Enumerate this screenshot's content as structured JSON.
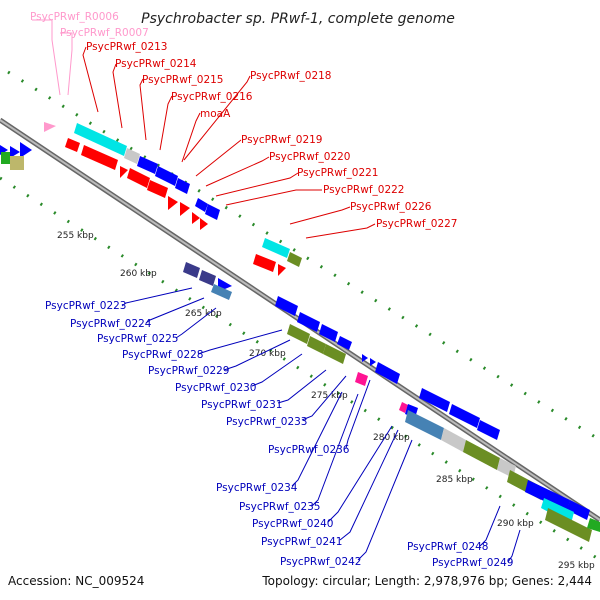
{
  "title": "Psychrobacter sp. PRwf-1, complete genome",
  "footer": {
    "accession": "Accession: NC_009524",
    "topology": "Topology: circular; Length: 2,978,976 bp; Genes: 2,444"
  },
  "colors": {
    "backbone": "#888888",
    "pink_label": "#ff99cc",
    "red_label": "#dd0000",
    "blue_label": "#0000bb",
    "tick": "#2a8a2a",
    "gene_red": "#ff0000",
    "gene_blue": "#0000ff",
    "gene_cyan": "#00e5e5",
    "gene_olive": "#6b8e23",
    "gene_grey": "#c8c8c8",
    "gene_navy": "#3a3a8a",
    "gene_steel": "#4682b4",
    "gene_magenta": "#ff1493",
    "gene_tan": "#bdb76b"
  },
  "scale_ticks": [
    "255 kbp",
    "260 kbp",
    "265 kbp",
    "270 kbp",
    "275 kbp",
    "280 kbp",
    "285 kbp",
    "290 kbp",
    "295 kbp"
  ],
  "labels_pink": [
    "PsycPRwf_R0006",
    "PsycPRwf_R0007"
  ],
  "labels_red": [
    "PsycPRwf_0213",
    "PsycPRwf_0214",
    "PsycPRwf_0215",
    "PsycPRwf_0216",
    "moaA",
    "PsycPRwf_0218",
    "PsycPRwf_0219",
    "PsycPRwf_0220",
    "PsycPRwf_0221",
    "PsycPRwf_0222",
    "PsycPRwf_0226",
    "PsycPRwf_0227"
  ],
  "labels_blue": [
    "PsycPRwf_0223",
    "PsycPRwf_0224",
    "PsycPRwf_0225",
    "PsycPRwf_0228",
    "PsycPRwf_0229",
    "PsycPRwf_0230",
    "PsycPRwf_0231",
    "PsycPRwf_0233",
    "PsycPRwf_0236",
    "PsycPRwf_0234",
    "PsycPRwf_0235",
    "PsycPRwf_0240",
    "PsycPRwf_0241",
    "PsycPRwf_0242",
    "PsycPRwf_0248",
    "PsycPRwf_0249"
  ]
}
